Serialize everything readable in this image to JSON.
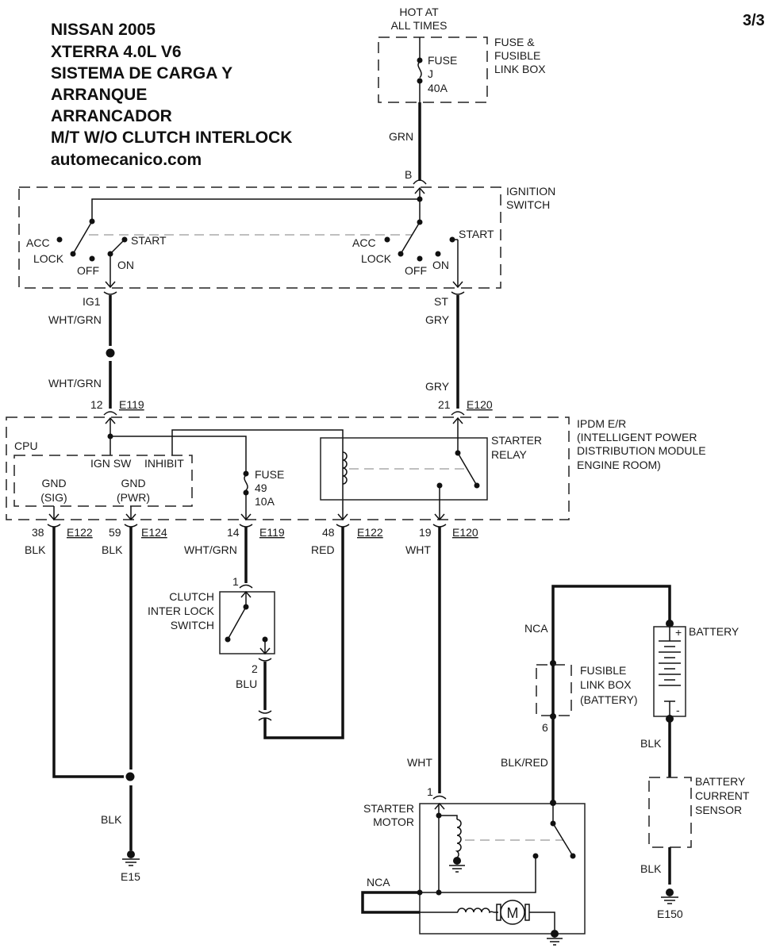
{
  "header": {
    "title_lines": [
      "NISSAN 2005",
      "XTERRA 4.0L V6",
      "SISTEMA DE CARGA Y",
      "ARRANQUE",
      "ARRANCADOR",
      "M/T W/O CLUTCH INTERLOCK",
      "automecanico.com"
    ],
    "page_indicator": "3/3"
  },
  "power_source": {
    "line1": "HOT AT",
    "line2": "ALL TIMES"
  },
  "fuse_box": {
    "label_lines": [
      "FUSE &",
      "FUSIBLE",
      "LINK BOX"
    ],
    "fuse_lines": [
      "FUSE",
      "J",
      "40A"
    ]
  },
  "wires": {
    "grn": "GRN",
    "ig1_wht_grn": "WHT/GRN",
    "splice_wht_grn": "WHT/GRN",
    "st_gry": "GRY",
    "upper_gry": "GRY",
    "p38": "BLK",
    "p59": "BLK",
    "p14": "WHT/GRN",
    "p48": "RED",
    "p19": "WHT",
    "blu": "BLU",
    "ground_blk": "BLK",
    "starter_wht": "WHT",
    "nca_top": "NCA",
    "blk_red": "BLK/RED",
    "battery_blk": "BLK",
    "sensor_blk": "BLK",
    "motor_nca": "NCA"
  },
  "ignition_switch": {
    "label_lines": [
      "IGNITION",
      "SWITCH"
    ],
    "terminal_b": "B",
    "positions": {
      "acc": "ACC",
      "lock": "LOCK",
      "off": "OFF",
      "on": "ON",
      "start": "START"
    },
    "out_ig1": "IG1",
    "out_st": "ST"
  },
  "ipdm": {
    "label_lines": [
      "IPDM E/R",
      "(INTELLIGENT POWER",
      "DISTRIBUTION MODULE",
      "ENGINE ROOM)"
    ],
    "in_pins": [
      {
        "pin": "12",
        "connector": "E119"
      },
      {
        "pin": "21",
        "connector": "E120"
      }
    ],
    "cpu": {
      "label": "CPU",
      "ign_sw": "IGN SW",
      "inhibit": "INHIBIT",
      "gnd_sig": [
        "GND",
        "(SIG)"
      ],
      "gnd_pwr": [
        "GND",
        "(PWR)"
      ]
    },
    "fuse_lines": [
      "FUSE",
      "49",
      "10A"
    ],
    "relay_label_lines": [
      "STARTER",
      "RELAY"
    ],
    "out_pins": [
      {
        "pin": "38",
        "connector": "E122"
      },
      {
        "pin": "59",
        "connector": "E124"
      },
      {
        "pin": "14",
        "connector": "E119"
      },
      {
        "pin": "48",
        "connector": "E122"
      },
      {
        "pin": "19",
        "connector": "E120"
      }
    ]
  },
  "clutch_switch": {
    "label_lines": [
      "CLUTCH",
      "INTER LOCK",
      "SWITCH"
    ],
    "pin_in": "1",
    "pin_out": "2"
  },
  "grounds": {
    "left": "E15",
    "right": "E150"
  },
  "fusible_link_battery": {
    "label_lines": [
      "FUSIBLE",
      "LINK BOX",
      "(BATTERY)"
    ],
    "pin": "6"
  },
  "battery": {
    "label": "BATTERY",
    "plus": "+",
    "minus": "-"
  },
  "current_sensor": {
    "label_lines": [
      "BATTERY",
      "CURRENT",
      "SENSOR"
    ]
  },
  "starter_motor": {
    "label_lines": [
      "STARTER",
      "MOTOR"
    ],
    "pin": "1",
    "motor_symbol": "M"
  }
}
